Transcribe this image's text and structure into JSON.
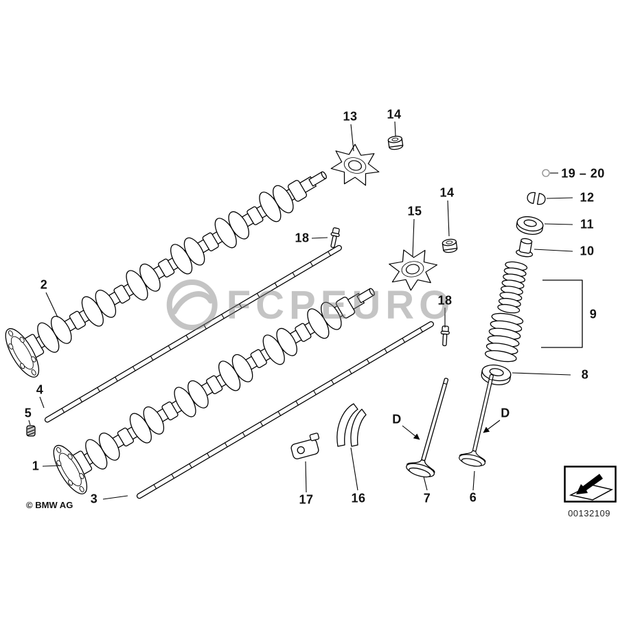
{
  "branding": {
    "watermark": "FCPEURO",
    "copyright": "© BMW AG",
    "diagram_number": "00132109"
  },
  "callouts": {
    "c1": "1",
    "c2": "2",
    "c3": "3",
    "c4": "4",
    "c5": "5",
    "c6": "6",
    "c7": "7",
    "c8": "8",
    "c9": "9",
    "c10": "10",
    "c11": "11",
    "c12": "12",
    "c13": "13",
    "c14a": "14",
    "c14b": "14",
    "c15": "15",
    "c16": "16",
    "c17": "17",
    "c18a": "18",
    "c18b": "18",
    "c19_20": "19 – 20",
    "dim_left": "D",
    "dim_right": "D"
  }
}
